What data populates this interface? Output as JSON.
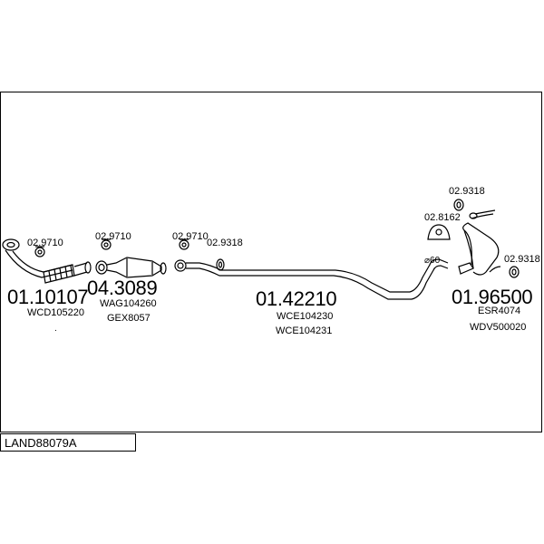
{
  "diagram_id": "LAND88079A",
  "parts": [
    {
      "number": "01.10107",
      "refs": [
        "WCD105220"
      ]
    },
    {
      "number": "04.3089",
      "refs": [
        "WAG104260",
        "GEX8057"
      ]
    },
    {
      "number": "01.42210",
      "refs": [
        "WCE104230",
        "WCE104231"
      ]
    },
    {
      "number": "01.96500",
      "refs": [
        "ESR4074",
        "WDV500020"
      ]
    }
  ],
  "fittings": [
    "02.9710",
    "02.9710",
    "02.9710",
    "02.9318",
    "02.9318",
    "02.8162",
    "02.9318"
  ],
  "diameter_label": "⌀60",
  "dot_mark": "."
}
